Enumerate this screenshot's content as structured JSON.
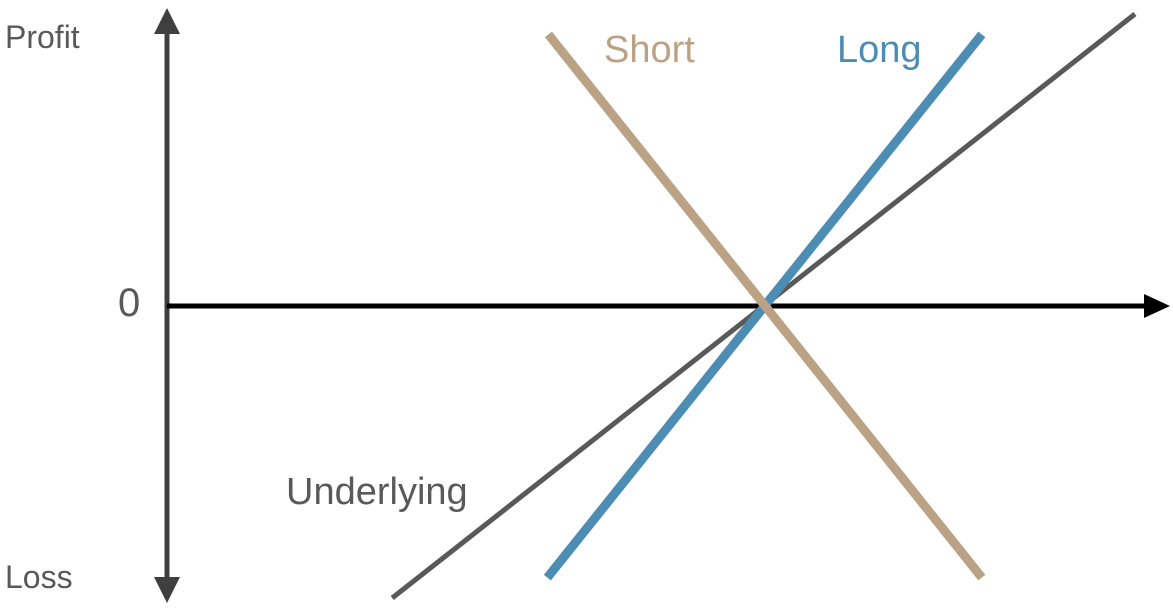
{
  "page": {
    "background_color": "#FFFFFF"
  },
  "chart_data": {
    "type": "line",
    "title": "",
    "axes": {
      "top_label": "Profit",
      "bottom_label": "Loss",
      "origin_label": "0",
      "x_range": [
        0,
        100
      ],
      "y_range": [
        -100,
        100
      ],
      "grid": false,
      "x_axis_color": "#000000",
      "y_axis_color": "#3F3F3F",
      "axis_label_color": "#595959"
    },
    "series": [
      {
        "name": "Underlying",
        "color": "#595959",
        "stroke_width": 5,
        "points": [
          [
            22.5,
            -100
          ],
          [
            96.7,
            100
          ]
        ]
      },
      {
        "name": "Long",
        "color": "#4D8DB3",
        "stroke_width": 9,
        "points": [
          [
            38.0,
            -93
          ],
          [
            81.4,
            93
          ]
        ]
      },
      {
        "name": "Short",
        "color": "#BCA285",
        "stroke_width": 9,
        "points": [
          [
            38.1,
            93
          ],
          [
            81.4,
            -93
          ]
        ]
      }
    ],
    "intersection": {
      "x": 59.5,
      "y": 0
    },
    "legend_position": "inline-labels"
  }
}
